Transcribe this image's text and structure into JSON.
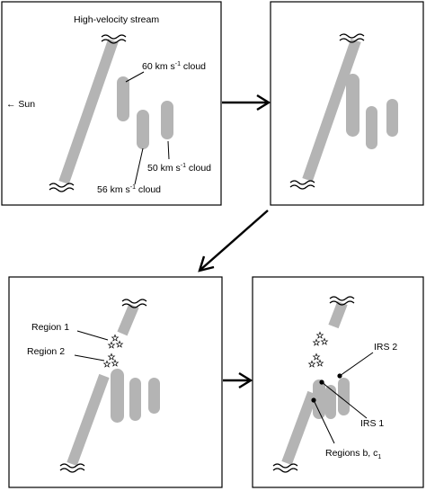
{
  "panel1": {
    "stream_label": "High-velocity stream",
    "sun_label": "← Sun",
    "cloud_60": {
      "prefix": "60 km s",
      "exp": "-1",
      "suffix": " cloud"
    },
    "cloud_50": {
      "prefix": "50 km s",
      "exp": "-1",
      "suffix": " cloud"
    },
    "cloud_56": {
      "prefix": "56 km s",
      "exp": "-1",
      "suffix": " cloud"
    }
  },
  "panel3": {
    "region1": "Region 1",
    "region2": "Region 2"
  },
  "panel4": {
    "irs2": "IRS 2",
    "irs1": "IRS 1",
    "regions_prefix": "Regions b, c",
    "regions_sub": "1"
  },
  "colors": {
    "cloud": "#b4b4b4",
    "ink": "#000000",
    "background": "#ffffff"
  }
}
